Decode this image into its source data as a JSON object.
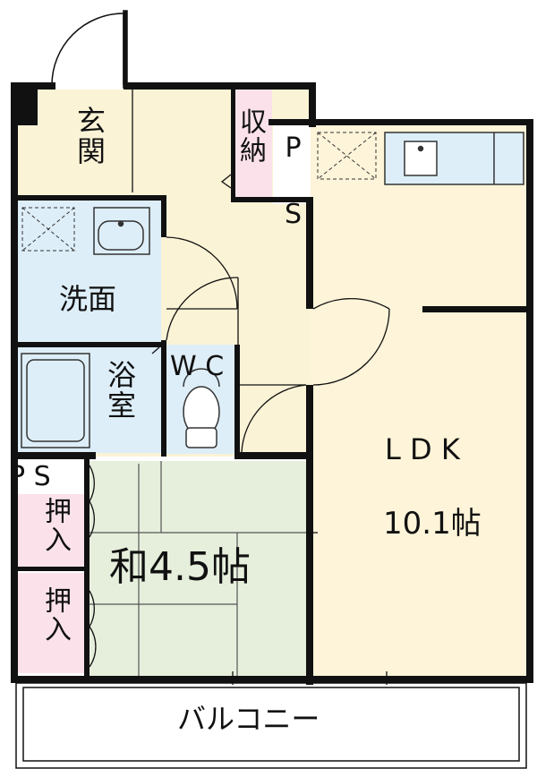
{
  "rooms": {
    "genkan": "玄関",
    "shuno": "収納",
    "ps_top": "P S",
    "senmen": "洗面",
    "yokushitsu": "浴室",
    "wc": "W C",
    "ps_left": "P S",
    "oshiire_1": "押入",
    "oshiire_2": "押入",
    "washitsu": "和4.5帖",
    "ldk_name": "L D K",
    "ldk_size": "10.1帖",
    "balcony": "バルコニー"
  },
  "colors": {
    "wall": "#111111",
    "genkan_floor": "#fbf3d6",
    "wet_area": "#ddeef8",
    "storage": "#fbe2ea",
    "washitsu_floor": "#e6efdc",
    "ldk_floor": "#fdf4d9"
  }
}
